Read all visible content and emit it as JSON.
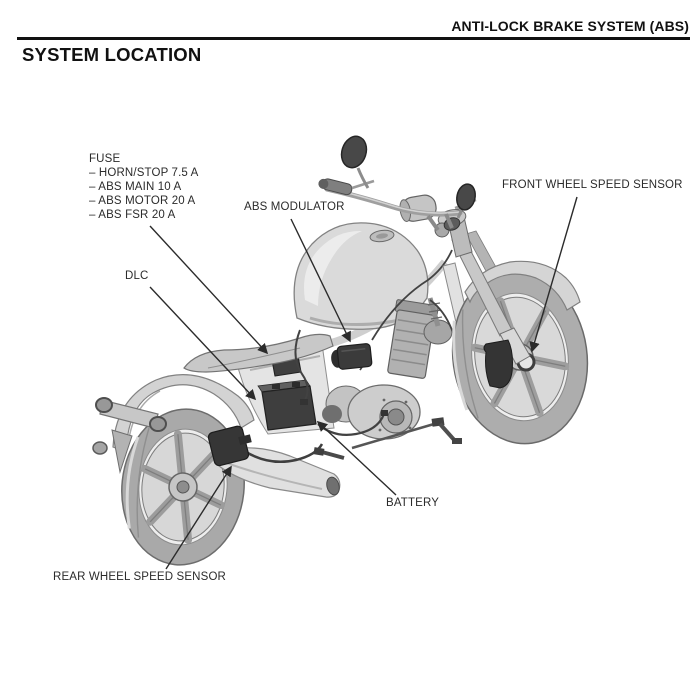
{
  "page": {
    "section_header": "ANTI-LOCK BRAKE SYSTEM (ABS)",
    "title": "SYSTEM LOCATION"
  },
  "illustration": {
    "alt": "motorcycle-abs-component-location",
    "view": "rear three-quarter left grayscale line art"
  },
  "labels": {
    "fuse": {
      "title": "FUSE",
      "items": [
        "– HORN/STOP 7.5 A",
        "– ABS MAIN 10 A",
        "– ABS MOTOR 20 A",
        "– ABS FSR 20 A"
      ]
    },
    "dlc": "DLC",
    "abs_modulator": "ABS MODULATOR",
    "front_wheel_speed_sensor": "FRONT WHEEL SPEED SENSOR",
    "battery": "BATTERY",
    "rear_wheel_speed_sensor": "REAR WHEEL SPEED SENSOR"
  },
  "colors": {
    "ink": "#111111",
    "label_text": "#2b2b2b",
    "component_dark": "#3b3b3b",
    "illustration_gray": "#c9c9c9"
  }
}
